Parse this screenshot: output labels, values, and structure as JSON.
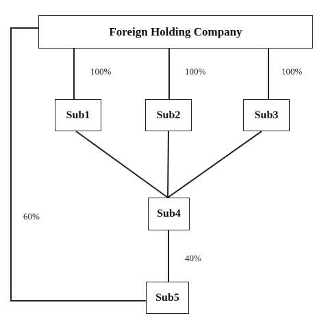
{
  "parent": {
    "name": "Foreign Holding Company"
  },
  "subsidiaries": {
    "sub1": "Sub1",
    "sub2": "Sub2",
    "sub3": "Sub3",
    "sub4": "Sub4",
    "sub5": "Sub5"
  },
  "ownership": {
    "parent_to_sub1": "100%",
    "parent_to_sub2": "100%",
    "parent_to_sub3": "100%",
    "sub4_to_sub5": "40%",
    "parent_to_sub5": "60%"
  }
}
